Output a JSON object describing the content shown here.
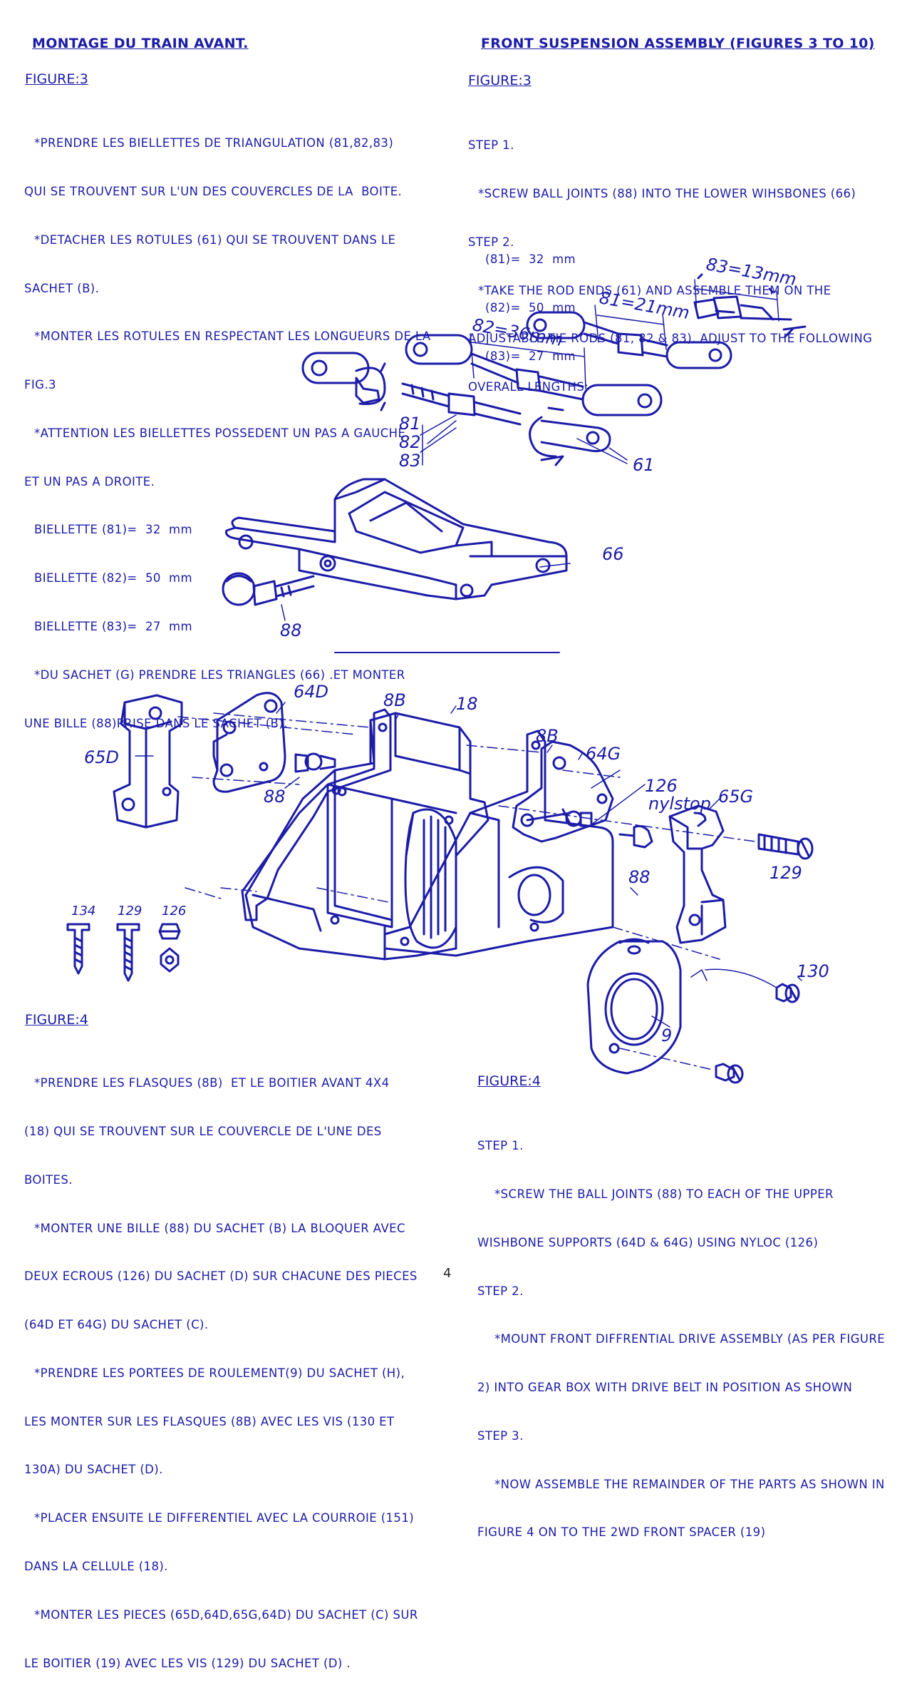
{
  "fr": {
    "title": "MONTAGE DU TRAIN AVANT.",
    "fig3_label": "FIGURE:3",
    "fig3_lines": [
      "*PRENDRE LES BIELLETTES DE TRIANGULATION (81,82,83)",
      "QUI SE TROUVENT SUR L'UN DES COUVERCLES DE LA  BOITE.",
      "*DETACHER LES ROTULES (61) QUI SE TROUVENT DANS LE",
      "SACHET (B).",
      "*MONTER LES ROTULES EN RESPECTANT LES LONGUEURS DE LA",
      "FIG.3",
      "*ATTENTION LES BIELLETTES POSSEDENT UN PAS A GAUCHE",
      "ET UN PAS A DROITE.",
      "BIELLETTE (81)=  32  mm",
      "BIELLETTE (82)=  50  mm",
      "BIELLETTE (83)=  27  mm",
      "*DU SACHET (G) PRENDRE LES TRIANGLES (66) .ET MONTER",
      "UNE BILLE (88)PRISE DANS LE SACHET (B)."
    ],
    "fig4_label": "FIGURE:4",
    "fig4_lines": [
      "*PRENDRE LES FLASQUES (8B)  ET LE BOITIER AVANT 4X4",
      "(18) QUI SE TROUVENT SUR LE COUVERCLE DE L'UNE DES",
      "BOITES.",
      "*MONTER UNE BILLE (88) DU SACHET (B) LA BLOQUER AVEC",
      "DEUX ECROUS (126) DU SACHET (D) SUR CHACUNE DES PIECES",
      "(64D ET 64G) DU SACHET (C).",
      "*PRENDRE LES PORTEES DE ROULEMENT(9) DU SACHET (H),",
      "LES MONTER SUR LES FLASQUES (8B) AVEC LES VIS (130 ET",
      "130A) DU SACHET (D).",
      "*PLACER ENSUITE LE DIFFERENTIEL AVEC LA COURROIE (151)",
      "DANS LA CELLULE (18).",
      "*MONTER LES PIECES (65D,64D,65G,64D) DU SACHET (C) SUR",
      "LE BOITIER (19) AVEC LES VIS (129) DU SACHET (D) ."
    ]
  },
  "en": {
    "title": "FRONT SUSPENSION ASSEMBLY (FIGURES 3 TO 10)",
    "fig3_label": "FIGURE:3",
    "fig3_lines": [
      "STEP 1.",
      "*SCREW BALL JOINTS (88) INTO THE LOWER WIHSBONES (66)",
      "STEP 2.",
      "*TAKE THE ROD ENDS (61) AND ASSEMBLE THEM ON THE",
      "ADJUSTABLE TIE RODS (81, 82 & 83). ADJUST TO THE FOLLOWING",
      "OVERALL LENGTHS:"
    ],
    "fig3_lengths": [
      "(81)=  32  mm",
      "(82)=  50  mm",
      "(83)=  27  mm"
    ],
    "fig4_label": "FIGURE:4",
    "fig4_lines": [
      "STEP 1.",
      "*SCREW THE BALL JOINTS (88) TO EACH OF THE UPPER",
      "WISHBONE SUPPORTS (64D & 64G) USING NYLOC (126)",
      "STEP 2.",
      "*MOUNT FRONT DIFFRENTIAL DRIVE ASSEMBLY (AS PER FIGURE",
      "2) INTO GEAR BOX WITH DRIVE BELT IN POSITION AS SHOWN",
      "STEP 3.",
      "*NOW ASSEMBLE THE REMAINDER OF THE PARTS AS SHOWN IN",
      "FIGURE 4 ON TO THE 2WD FRONT SPACER (19)"
    ]
  },
  "drawing_labels": {
    "d83": "83=13mm",
    "d81": "81=21mm",
    "d82": "82=36mm",
    "p81": "81",
    "p82": "82",
    "p83": "83",
    "p61": "61",
    "p66": "66",
    "p88a": "88",
    "p64d": "64D",
    "p8b_a": "8B",
    "p18": "18",
    "p8b_b": "8B",
    "p64g": "64G",
    "p126": "126",
    "nylstop": "nylstop",
    "p65g": "65G",
    "p65d": "65D",
    "p88b": "88",
    "p88c": "88",
    "p129": "129",
    "p130": "130",
    "p9": "9",
    "s134": "134",
    "s129": "129",
    "s126": "126"
  },
  "page_number": "4",
  "ink_color": "#1c1ca8"
}
